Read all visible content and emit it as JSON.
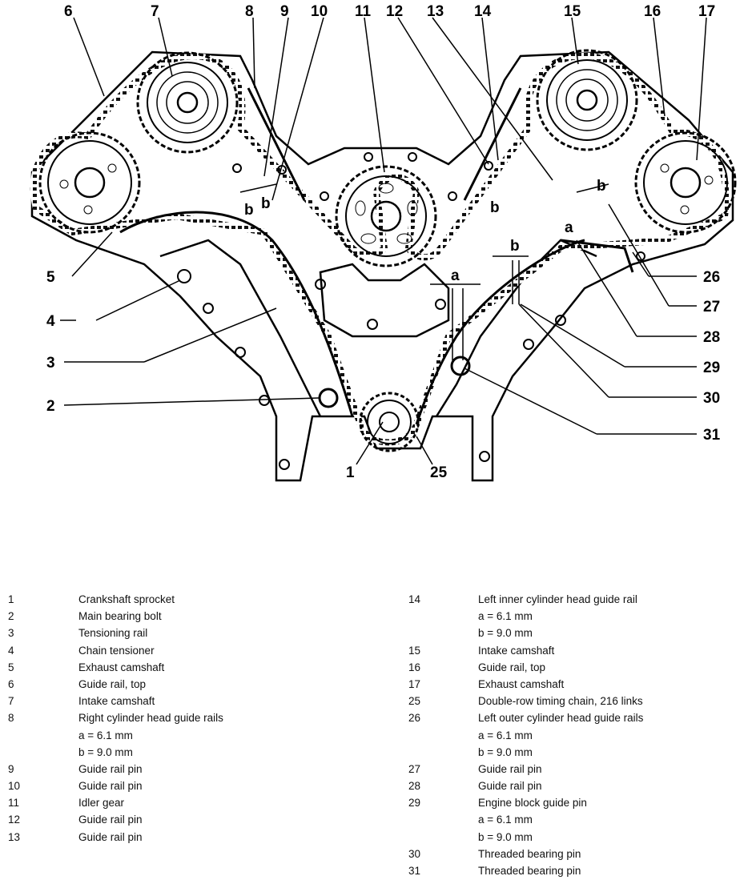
{
  "diagram": {
    "callouts": [
      "6",
      "7",
      "8",
      "9",
      "10",
      "11",
      "12",
      "13",
      "14",
      "15",
      "16",
      "17",
      "5",
      "4",
      "3",
      "2",
      "1",
      "25",
      "26",
      "27",
      "28",
      "29",
      "30",
      "31"
    ],
    "dimension_letters": [
      "a",
      "b",
      "b",
      "a",
      "b",
      "b",
      "b"
    ]
  },
  "legend": {
    "left": [
      {
        "num": "1",
        "text": "Crankshaft sprocket"
      },
      {
        "num": "2",
        "text": "Main bearing bolt"
      },
      {
        "num": "3",
        "text": "Tensioning rail"
      },
      {
        "num": "4",
        "text": "Chain tensioner"
      },
      {
        "num": "5",
        "text": "Exhaust camshaft"
      },
      {
        "num": "6",
        "text": "Guide rail, top"
      },
      {
        "num": "7",
        "text": "Intake camshaft"
      },
      {
        "num": "8",
        "text": "Right cylinder head guide rails"
      },
      {
        "num": "",
        "text": "a = 6.1 mm"
      },
      {
        "num": "",
        "text": "b = 9.0 mm"
      },
      {
        "num": "9",
        "text": "Guide rail pin"
      },
      {
        "num": "10",
        "text": "Guide rail pin"
      },
      {
        "num": "11",
        "text": "Idler gear"
      },
      {
        "num": "12",
        "text": "Guide rail pin"
      },
      {
        "num": "13",
        "text": "Guide rail pin"
      }
    ],
    "right": [
      {
        "num": "14",
        "text": "Left inner cylinder head guide rail"
      },
      {
        "num": "",
        "text": "a = 6.1 mm"
      },
      {
        "num": "",
        "text": "b = 9.0 mm"
      },
      {
        "num": "15",
        "text": "Intake camshaft"
      },
      {
        "num": "16",
        "text": "Guide rail, top"
      },
      {
        "num": "17",
        "text": "Exhaust camshaft"
      },
      {
        "num": "25",
        "text": "Double-row timing chain, 216 links"
      },
      {
        "num": "26",
        "text": "Left outer cylinder head guide rails"
      },
      {
        "num": "",
        "text": "a = 6.1 mm"
      },
      {
        "num": "",
        "text": "b = 9.0 mm"
      },
      {
        "num": "27",
        "text": "Guide rail pin"
      },
      {
        "num": "28",
        "text": "Guide rail pin"
      },
      {
        "num": "29",
        "text": "Engine block guide pin"
      },
      {
        "num": "",
        "text": "a = 6.1 mm"
      },
      {
        "num": "",
        "text": "b = 9.0 mm"
      },
      {
        "num": "30",
        "text": "Threaded bearing pin"
      },
      {
        "num": "31",
        "text": "Threaded bearing pin"
      }
    ]
  }
}
